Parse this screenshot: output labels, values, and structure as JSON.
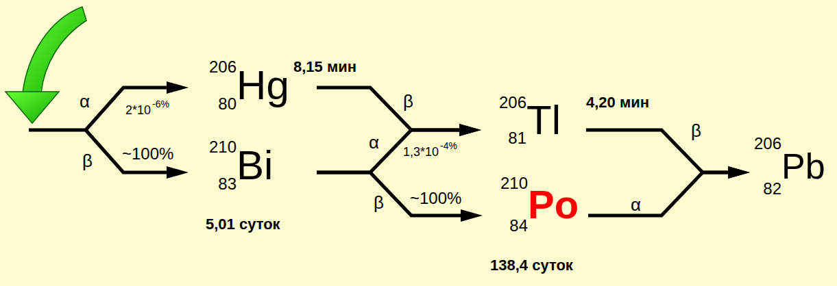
{
  "diagram": {
    "nodes": [
      {
        "text": [
          "206",
          "80",
          "Hg",
          "8,15 мин"
        ]
      },
      {
        "text": [
          "210",
          "83",
          "Bi",
          "5,01 суток"
        ]
      },
      {
        "text": [
          "206",
          "81",
          "Tl",
          "4,20 мин"
        ]
      },
      {
        "text": [
          "210",
          "84",
          "Po",
          "138,4 суток"
        ]
      },
      {
        "text": [
          "206",
          "82",
          "Pb"
        ]
      }
    ],
    "edges": [
      {
        "from": 0,
        "to": 2,
        "label": "β",
        "arrow": "to"
      },
      {
        "from": 1,
        "to": 2,
        "label": "α",
        "arrow": "to"
      },
      {
        "from": 1,
        "to": 3,
        "label": "β",
        "arrow": "to"
      },
      {
        "from": 2,
        "to": 4,
        "label": "β",
        "arrow": "to"
      },
      {
        "from": 3,
        "to": 4,
        "label": "α",
        "arrow": "to"
      }
    ],
    "labels": [
      "α",
      "2*10",
      "-6%",
      "β",
      "~100%",
      "1,3*10",
      "-4%",
      "~100%"
    ]
  }
}
